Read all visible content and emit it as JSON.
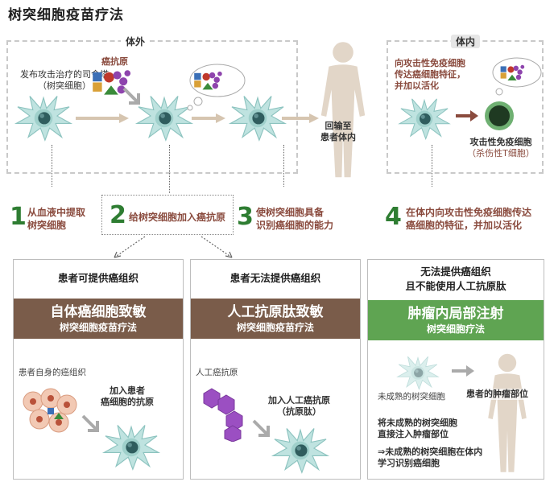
{
  "title": "树突细胞疫苗疗法",
  "outside_label": "体外",
  "inside_label": "体内",
  "top": {
    "commander_lines": [
      "发布攻击治疗的司令塔",
      "（树突细胞）"
    ],
    "antigen_label": "癌抗原",
    "return_lines": [
      "回输至",
      "患者体内"
    ],
    "inside_text_lines": [
      "向攻击性免疫细胞",
      "传达癌细胞特征，",
      "并加以活化"
    ],
    "tcell_lines": [
      "攻击性免疫细胞",
      "（杀伤性T细胞）"
    ]
  },
  "steps": [
    {
      "num": "1",
      "lines": [
        "从血液中提取",
        "树突细胞"
      ]
    },
    {
      "num": "2",
      "lines": [
        "给树突细胞加入癌抗原"
      ]
    },
    {
      "num": "3",
      "lines": [
        "使树突细胞具备",
        "识别癌细胞的能力"
      ]
    },
    {
      "num": "4",
      "lines": [
        "在体内向攻击性免疫细胞传达",
        "癌细胞的特征，并加以活化"
      ]
    }
  ],
  "panels": [
    {
      "head_lines": [
        "患者可提供癌组织"
      ],
      "band_big": "自体癌细胞致敏",
      "band_sub": "树突细胞疫苗疗法",
      "source_label": "患者自身的癌组织",
      "add_lines": [
        "加入患者",
        "癌细胞的抗原"
      ]
    },
    {
      "head_lines": [
        "患者无法提供癌组织"
      ],
      "band_big": "人工抗原肽致敏",
      "band_sub": "树突细胞疫苗疗法",
      "source_label": "人工癌抗原",
      "add_lines": [
        "加入人工癌抗原",
        "（抗原肽）"
      ]
    },
    {
      "head_lines": [
        "无法提供癌组织",
        "且不能使用人工抗原肽"
      ],
      "band_big": "肿瘤内局部注射",
      "band_sub": "树突细胞疗法",
      "immature_label": "未成熟的树突细胞",
      "tumor_label": "患者的肿瘤部位",
      "inject_lines": [
        "将未成熟的树突细胞",
        "直接注入肿瘤部位"
      ],
      "learn_lines": [
        "⇒未成熟的树突细胞在体内",
        "学习识别癌细胞"
      ]
    }
  ],
  "colors": {
    "step_green": "#2e7d32",
    "text_brown": "#8a4b3e",
    "band_brown": "#7a5c4a",
    "band_green": "#5fa452",
    "cell_teal": "#bfe3e0"
  }
}
